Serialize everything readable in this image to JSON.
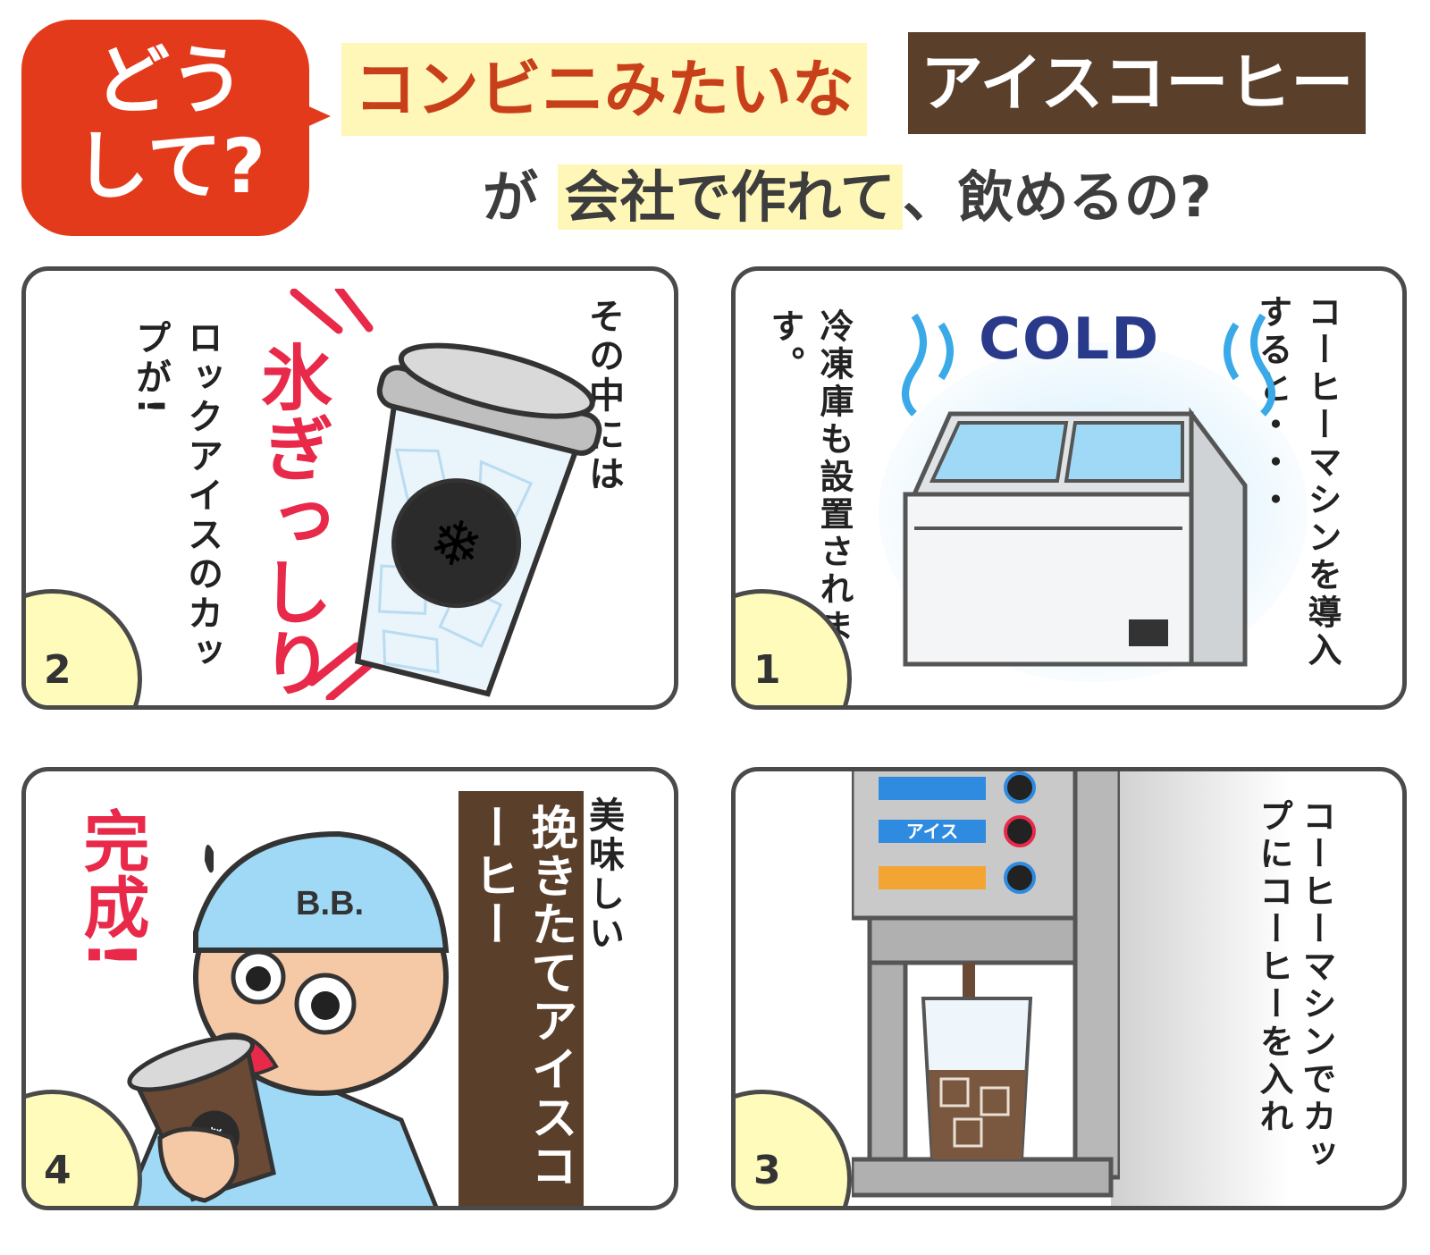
{
  "header": {
    "bubble_line1": "どう",
    "bubble_line2": "して?",
    "line1_part1": "コンビニみたいな",
    "line1_part2": "アイスコーヒー",
    "line2_part1": "が",
    "line2_part2": "会社で作れて",
    "line2_part3": "、飲めるの?"
  },
  "panels": {
    "p1": {
      "number": "1",
      "caption_a": "コーヒーマシンを導入すると・・・",
      "caption_b": "冷凍庫も設置されます。",
      "cold_label": "COLD"
    },
    "p2": {
      "number": "2",
      "caption_a": "その中には",
      "caption_b": "ロックアイスのカップが!",
      "shout": "氷ぎっしり"
    },
    "p3": {
      "number": "3",
      "caption": "コーヒーマシンでカップにコーヒーを入れ",
      "button_label": "アイス"
    },
    "p4": {
      "number": "4",
      "caption_a": "美味しい",
      "caption_b": "挽きたてアイスコーヒー",
      "shout": "完成!",
      "cap_text": "B.B."
    }
  },
  "colors": {
    "accent_red": "#e43a1c",
    "brown": "#5a3f2b",
    "highlight_yellow": "#fff7b8",
    "shout_red": "#e8294a",
    "ice_blue": "#9fd9f6"
  }
}
